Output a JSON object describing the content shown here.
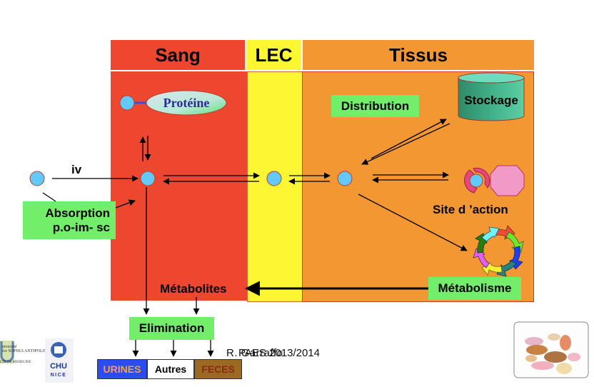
{
  "headers": {
    "sang": "Sang",
    "lec": "LEC",
    "tissus": "Tissus"
  },
  "labels": {
    "proteine": "Protéine",
    "iv": "iv",
    "absorption_line1": "Absorption",
    "absorption_line2": "p.o-im- sc",
    "distribution": "Distribution",
    "stockage": "Stockage",
    "site_action": "Site d ’action",
    "metabolites": "Métabolites",
    "metabolisme": "Métabolisme",
    "elimination": "Elimination"
  },
  "outputs": [
    {
      "label": "URINES",
      "bg": "#2b4cf0",
      "color": "#f5a043"
    },
    {
      "label": "Autres",
      "bg": "#ffffff",
      "color": "#000000"
    },
    {
      "label": "FECES",
      "bg": "#9a6a22",
      "color": "#8a2a14"
    }
  ],
  "footer": {
    "text_a": "R. Garraffo",
    "text_b": "PAES 2013/2014",
    "credit_overlay": "R. Garraffo PAES 2013/2014"
  },
  "logos": {
    "universite": "Université Nice Sophia Antipolis — Faculté de Médecine",
    "chu_line1": "CHU",
    "chu_line2": "NICE"
  },
  "colors": {
    "sang": "#ee4730",
    "lec": "#fdf633",
    "tissus": "#f39733",
    "green_label": "#72ee6a",
    "molecule": "#63c8fa"
  }
}
